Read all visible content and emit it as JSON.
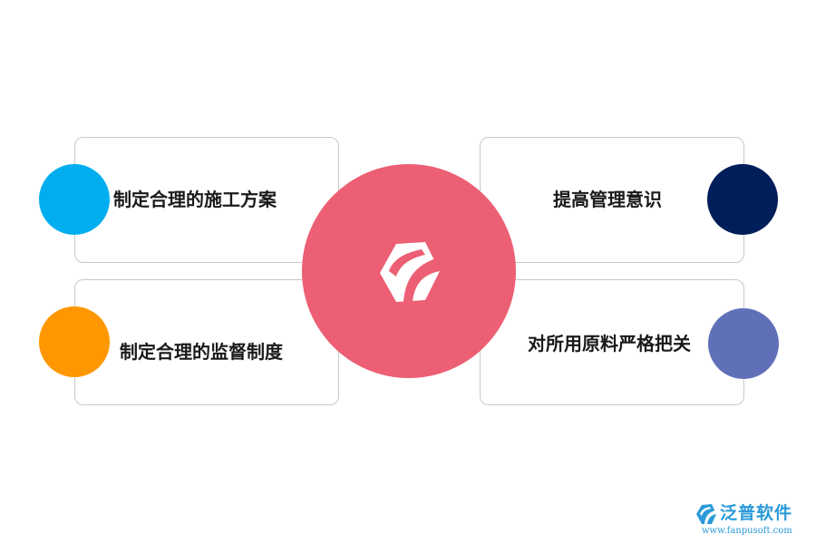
{
  "diagram": {
    "items": [
      {
        "label": "制定合理的施工方案",
        "color": "#00aef0"
      },
      {
        "label": "提高管理意识",
        "color": "#001e5a"
      },
      {
        "label": "制定合理的监督制度",
        "color": "#ff9800"
      },
      {
        "label": "对所用原料严格把关",
        "color": "#6070b8"
      }
    ],
    "center": {
      "color": "#ec5f74",
      "icon": "fanpu-logo-icon"
    },
    "card_border_color": "#c8c8c8"
  },
  "watermark": {
    "brand_name": "泛普软件",
    "url": "www.fanpusoft.com",
    "color": "#2a9ad8",
    "icon": "fanpu-logo-icon"
  }
}
